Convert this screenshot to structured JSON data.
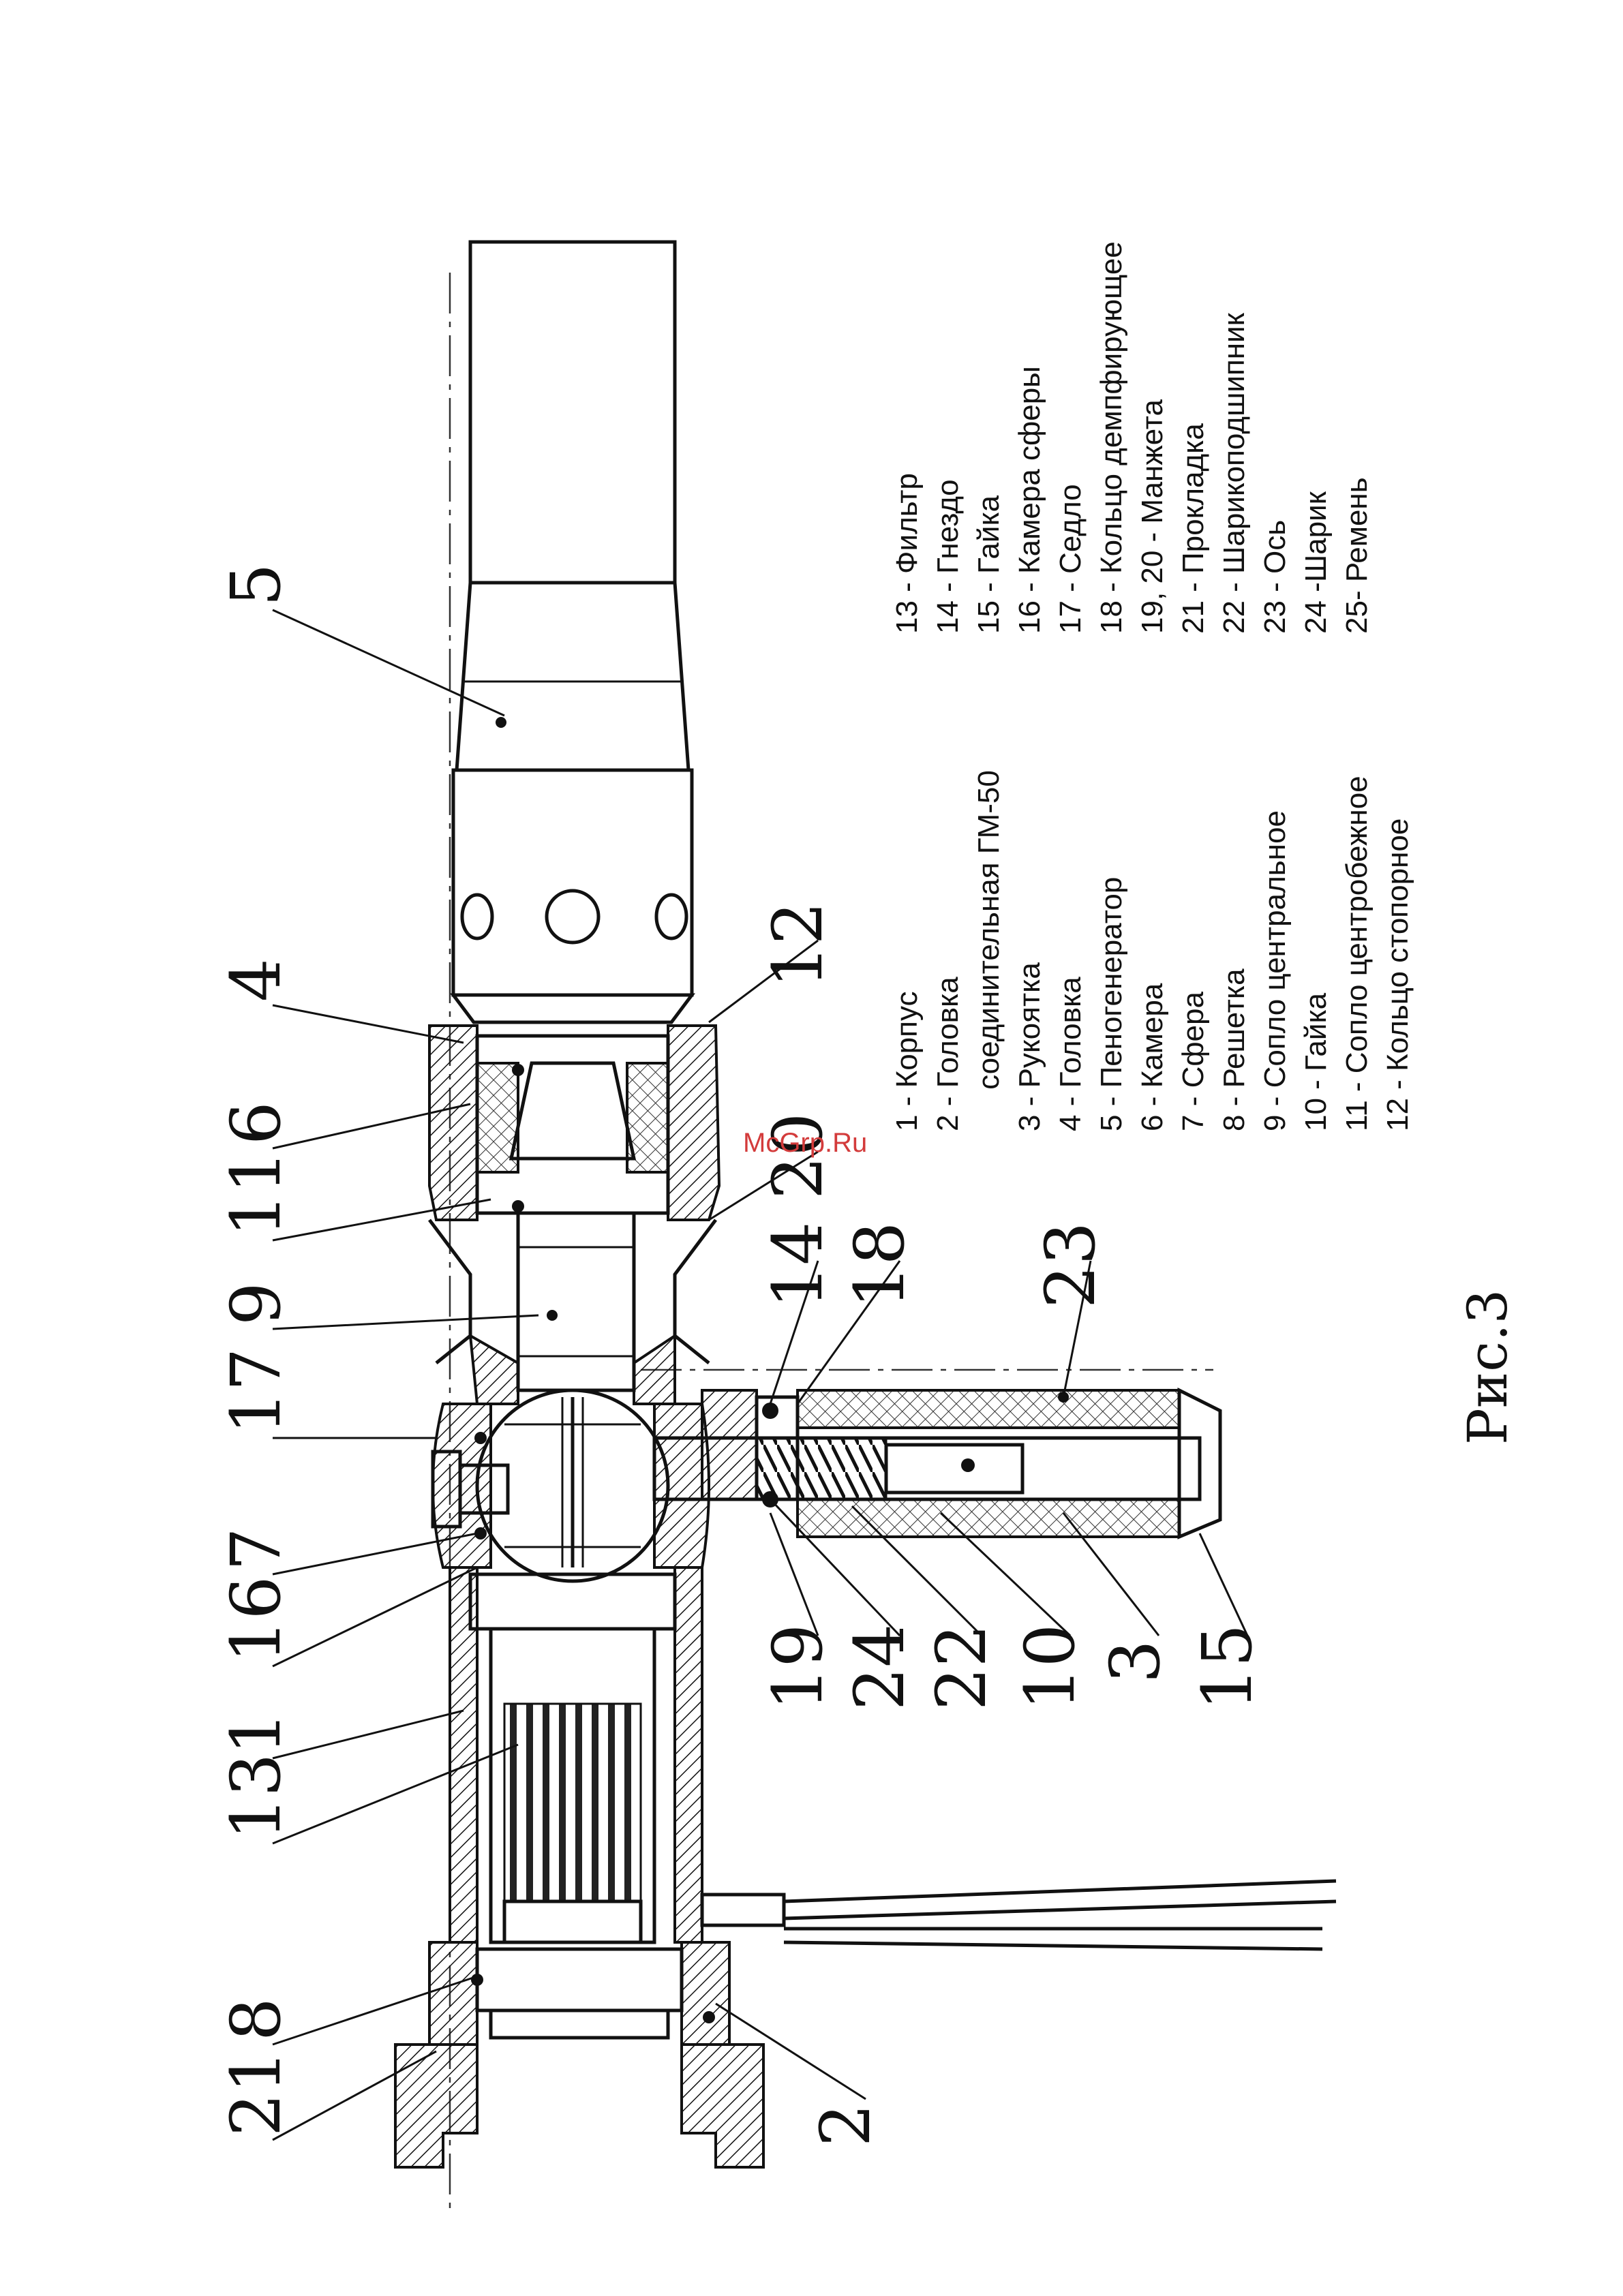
{
  "labels": {
    "l1": "1",
    "l2": "2",
    "l3": "3",
    "l4": "4",
    "l5": "5",
    "l6": "6",
    "l7": "7",
    "l8": "8",
    "l9": "9",
    "l10": "10",
    "l11": "11",
    "l12": "12",
    "l13": "13",
    "l14": "14",
    "l15": "15",
    "l16": "16",
    "l17": "17",
    "l18": "18",
    "l19": "19",
    "l20": "20",
    "l21": "21",
    "l22": "22",
    "l23": "23",
    "l24": "24"
  },
  "legend_left": [
    "1 - Корпус",
    "2 - Головка",
    "     соединительная ГМ-50",
    "3 - Рукоятка",
    "4 - Головка",
    "5 - Пеногенератор",
    "6 - Камера",
    "7 - Сфера",
    "8 - Решетка",
    "9 - Сопло центральное",
    "10 - Гайка",
    "11 - Сопло центробежное",
    "12 - Кольцо стопорное"
  ],
  "legend_right": [
    "13 - Фильтр",
    "14 - Гнездо",
    "15 - Гайка",
    "16 - Камера сферы",
    "17 - Седло",
    "18 - Кольцо демпфирующее",
    "19, 20 - Манжета",
    "21 - Прокладка",
    "22 - Шарикоподшипник",
    "23 - Ось",
    "24 -Шарик",
    "25- Ремень"
  ],
  "watermark": "McGrp.Ru",
  "caption": "Рис.3"
}
